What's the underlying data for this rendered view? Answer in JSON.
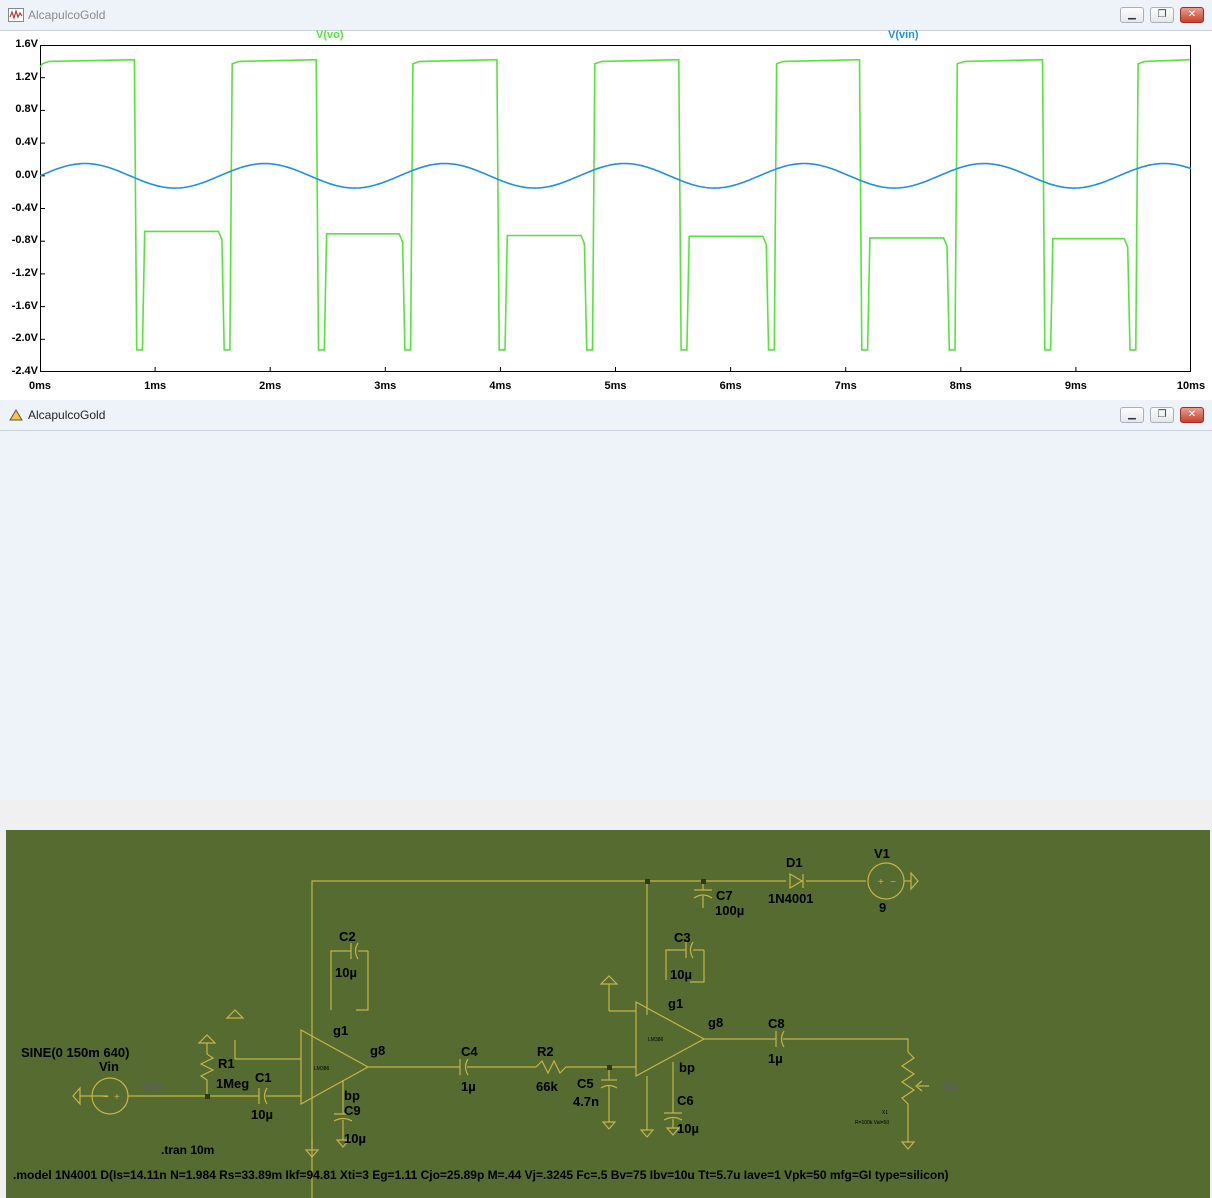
{
  "colors": {
    "vo": "#54e53a",
    "vin": "#1e90e8",
    "schematic_bg": "#556b2f",
    "wire": "#c8b449"
  },
  "top_window": {
    "title": "AlcapulcoGold",
    "trace_labels": {
      "vo": "V(vo)",
      "vin": "V(vin)"
    },
    "y_ticks": [
      "1.6V",
      "1.2V",
      "0.8V",
      "0.4V",
      "0.0V",
      "-0.4V",
      "-0.8V",
      "-1.2V",
      "-1.6V",
      "-2.0V",
      "-2.4V"
    ],
    "x_ticks": [
      "0ms",
      "1ms",
      "2ms",
      "3ms",
      "4ms",
      "5ms",
      "6ms",
      "7ms",
      "8ms",
      "9ms",
      "10ms"
    ],
    "buttons": {
      "minimize": "▁",
      "restore": "❐",
      "close": "✕"
    }
  },
  "chart_data": {
    "type": "line",
    "xlabel": "",
    "ylabel": "",
    "xlim": [
      0,
      10
    ],
    "ylim": [
      -2.4,
      1.6
    ],
    "x_unit": "ms",
    "y_unit": "V",
    "grid": false,
    "legend": "top",
    "series": [
      {
        "name": "V(vo)",
        "color": "#54e53a",
        "kind": "square",
        "high": 1.4,
        "low_levels": [
          -0.68,
          -0.71,
          -0.73,
          -0.74,
          -0.76,
          -0.77
        ],
        "spike": -2.13,
        "rise_times": [
          0.0,
          1.65,
          3.22,
          4.8,
          6.38,
          7.95,
          9.52
        ],
        "fall_times": [
          0.83,
          2.41,
          3.98,
          5.56,
          7.13,
          8.72
        ]
      },
      {
        "name": "V(vin)",
        "color": "#1e90e8",
        "kind": "sine",
        "amplitude": 0.15,
        "frequency_hz": 640,
        "offset": 0.0
      }
    ]
  },
  "bottom_window": {
    "title": "AlcapulcoGold",
    "buttons": {
      "minimize": "▁",
      "restore": "❐",
      "close": "✕"
    },
    "labels": {
      "sine": "SINE(0 150m 640)",
      "vin_name": "Vin",
      "vin_net": "Vin",
      "r1": "R1",
      "r1_val": "1Meg",
      "c1": "C1",
      "c1_val": "10µ",
      "c2": "C2",
      "c2_val": "10µ",
      "c9": "C9",
      "c9_val": "10µ",
      "g1a": "g1",
      "g8a": "g8",
      "bpa": "bp",
      "c4": "C4",
      "c4_val": "1µ",
      "r2": "R2",
      "r2_val": "66k",
      "c5": "C5",
      "c5_val": "4.7n",
      "c3": "C3",
      "c3_val": "10µ",
      "g1b": "g1",
      "g8b": "g8",
      "bpb": "bp",
      "c6": "C6",
      "c6_val": "10µ",
      "c8": "C8",
      "c8_val": "1µ",
      "c7": "C7",
      "c7_val": "100µ",
      "d1": "D1",
      "d1_val": "1N4001",
      "v1": "V1",
      "v1_val": "9",
      "vo_net": "Vo",
      "x1": "X1",
      "x1_val": "R=100k Val=50",
      "opamp": "LM386",
      "tran": ".tran 10m",
      "model": ".model 1N4001 D(Is=14.11n N=1.984 Rs=33.89m Ikf=94.81 Xti=3 Eg=1.11 Cjo=25.89p M=.44 Vj=.3245 Fc=.5 Bv=75 Ibv=10u Tt=5.7u Iave=1 Vpk=50 mfg=GI type=silicon)"
    }
  }
}
